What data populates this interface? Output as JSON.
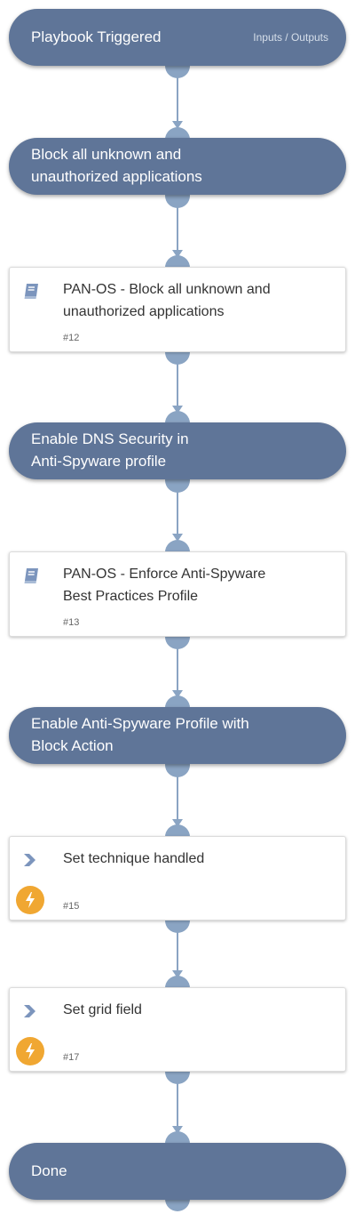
{
  "start": {
    "title": "Playbook Triggered",
    "io_label": "Inputs / Outputs"
  },
  "sections": [
    {
      "title_line1": "Block all unknown and",
      "title_line2": "unauthorized applications"
    },
    {
      "title_line1": "Enable DNS Security in",
      "title_line2": "Anti-Spyware profile"
    },
    {
      "title_line1": "Enable Anti-Spyware Profile with",
      "title_line2": "Block Action"
    }
  ],
  "tasks": [
    {
      "line1": "PAN-OS - Block all unknown and",
      "line2": "unauthorized applications",
      "number": "#12",
      "icon": "book-icon"
    },
    {
      "line1": "PAN-OS - Enforce Anti-Spyware",
      "line2": "Best Practices Profile",
      "number": "#13",
      "icon": "book-icon"
    },
    {
      "line1": "Set technique handled",
      "number": "#15",
      "icon": "chevron-right-icon",
      "badge": "lightning-icon"
    },
    {
      "line1": "Set grid field",
      "number": "#17",
      "icon": "chevron-right-icon",
      "badge": "lightning-icon"
    }
  ],
  "end": {
    "title": "Done"
  },
  "colors": {
    "pill": "#5f7598",
    "connector": "#8aa4c3",
    "badge": "#f0a732",
    "book": "#7c95bd"
  }
}
